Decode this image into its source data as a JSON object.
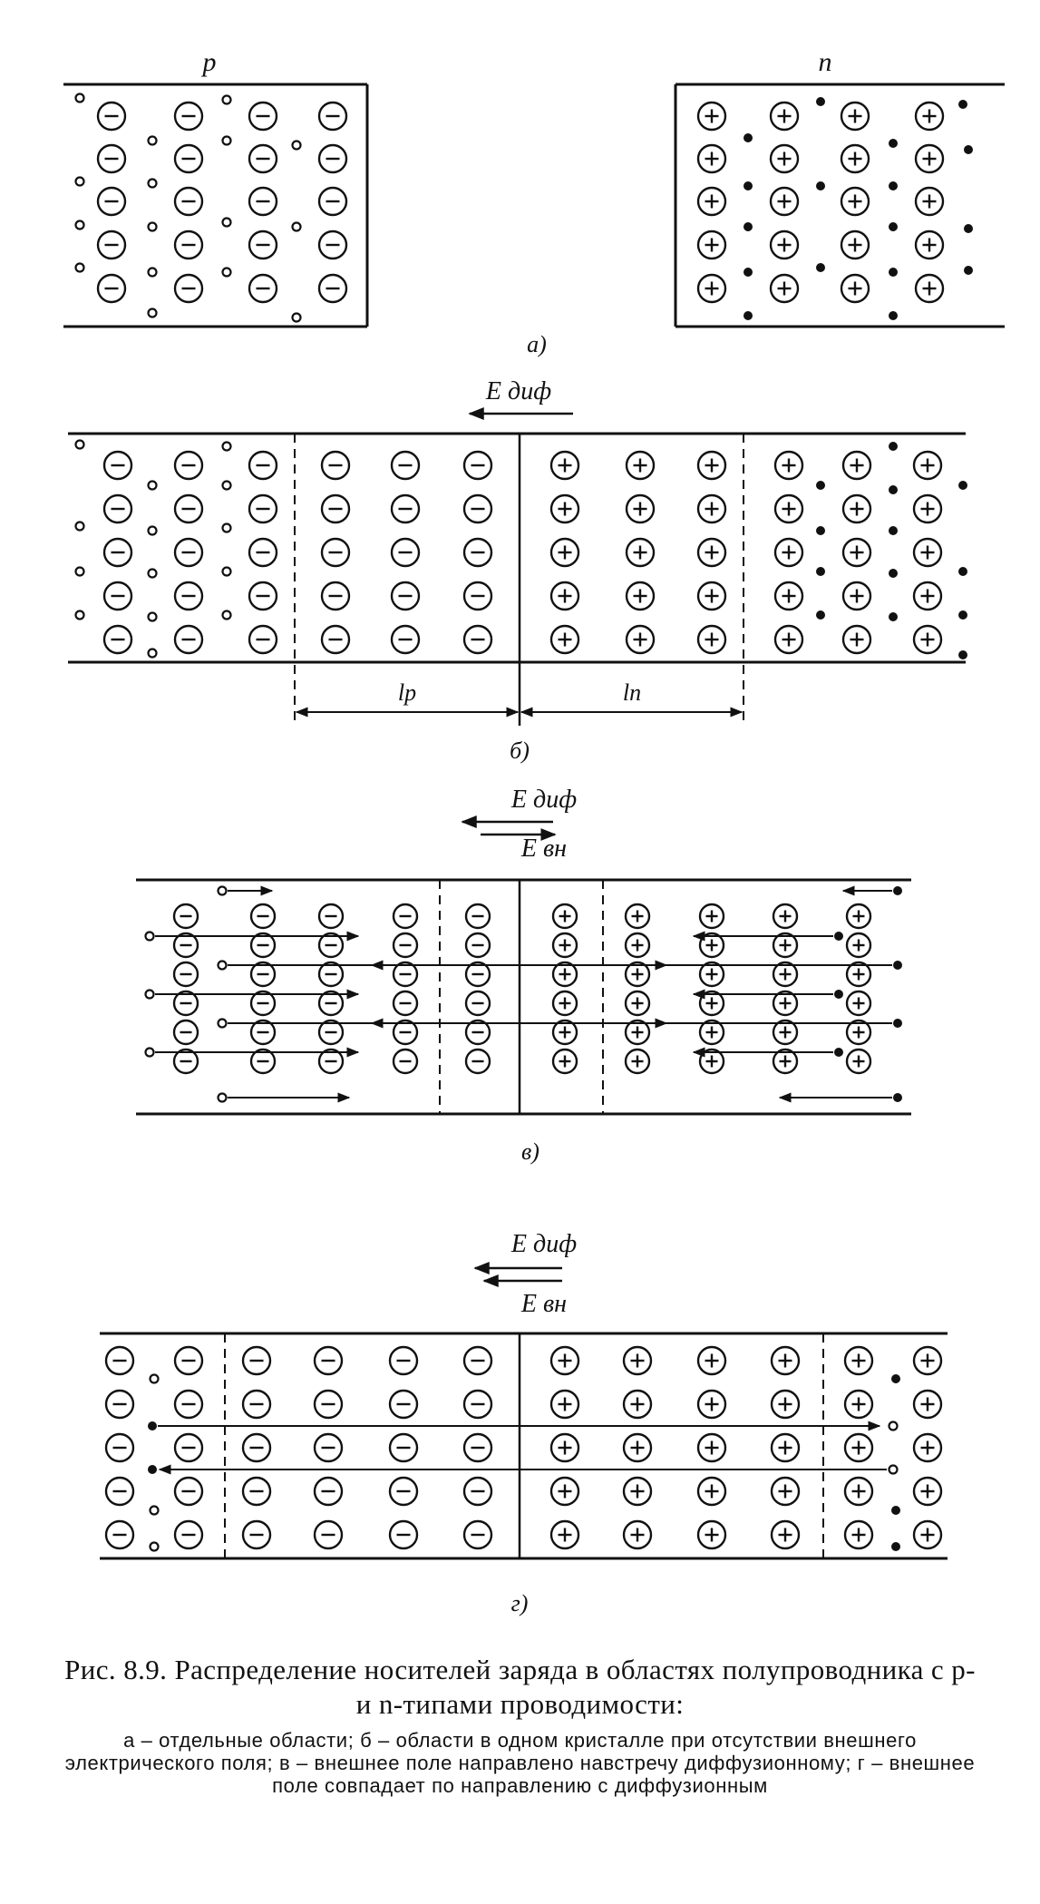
{
  "figure": {
    "panel_a": {
      "label_p": "p",
      "label_n": "n",
      "sub_label": "а)"
    },
    "panel_b": {
      "field": "E диф",
      "length_p": "lp",
      "length_n": "ln",
      "sub_label": "б)"
    },
    "panel_c": {
      "field_top": "E диф",
      "field_bottom": "E вн",
      "sub_label": "в)"
    },
    "panel_d": {
      "field_top": "E диф",
      "field_bottom": "E вн",
      "sub_label": "г)"
    }
  },
  "caption": {
    "title": "Рис. 8.9. Распределение носителей заряда в областях полупроводника с p- и n-типами проводимости:",
    "text": "а – отдельные области; б – области в одном кристалле при отсутствии внешнего электрического поля; в – внешнее поле направлено навстречу диффузионному; г – внешнее поле совпадает по направлению с диффузионным"
  }
}
